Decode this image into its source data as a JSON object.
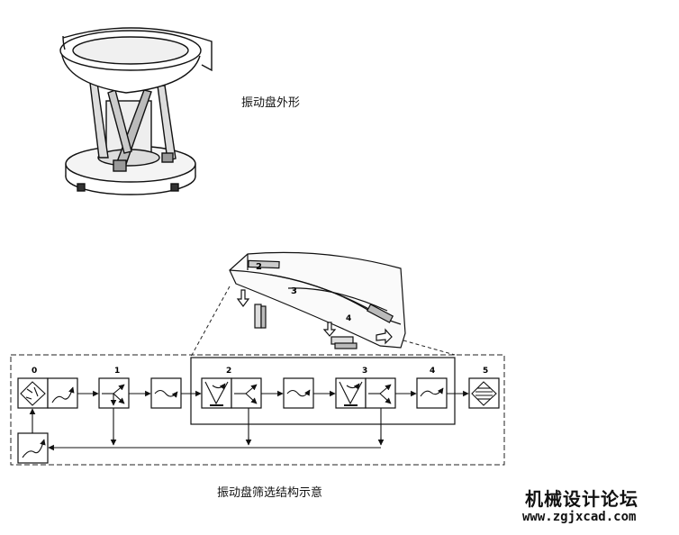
{
  "captions": {
    "top": "振动盘外形",
    "bottom": "振动盘筛选结构示意"
  },
  "watermark": {
    "title": "机械设计论坛",
    "url": "www.zgjxcad.com"
  },
  "diagram": {
    "stage_labels": [
      "0",
      "1",
      "2",
      "3",
      "4",
      "5"
    ],
    "track_labels": [
      "2",
      "3",
      "4"
    ]
  },
  "colors": {
    "line": "#111111",
    "dashed": "#222222"
  }
}
